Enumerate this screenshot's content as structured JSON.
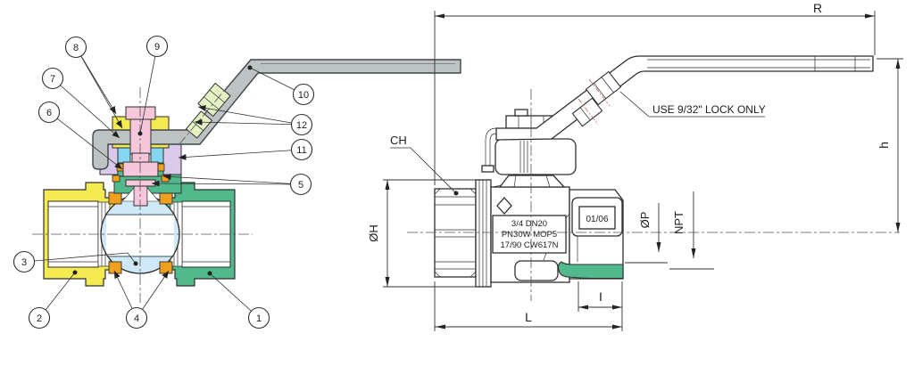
{
  "drawing": {
    "left_view": {
      "description": "ball valve sectional view",
      "callouts": [
        "1",
        "2",
        "3",
        "4",
        "5",
        "6",
        "7",
        "8",
        "9",
        "10",
        "11",
        "12"
      ]
    },
    "right_view": {
      "description": "ball valve external view with dimensions",
      "dim_r": "R",
      "dim_h": "h",
      "dim_ch": "CH",
      "dim_oh": "ØH",
      "dim_op": "ØP",
      "dim_npt": "NPT",
      "dim_i": "I",
      "dim_l": "L",
      "lock_note": "USE 9/32\" LOCK ONLY",
      "nameplate_line1": "3/4 DN20",
      "nameplate_line2": "PN30W MOP5",
      "nameplate_line3": "17/90 CW617N",
      "date_code": "01/06"
    },
    "colors": {
      "body_green": "#52b98c",
      "end_yellow": "#f4ea51",
      "ball_blue": "#cfe9f8",
      "stem_pink": "#f6c6da",
      "seat_orange": "#f0a01e",
      "gland_lavender": "#d9c9ea",
      "washer_cyan": "#85d6f1",
      "handle_grey": "#bdc3c3",
      "sleeve_green": "#e3f1c4"
    }
  }
}
